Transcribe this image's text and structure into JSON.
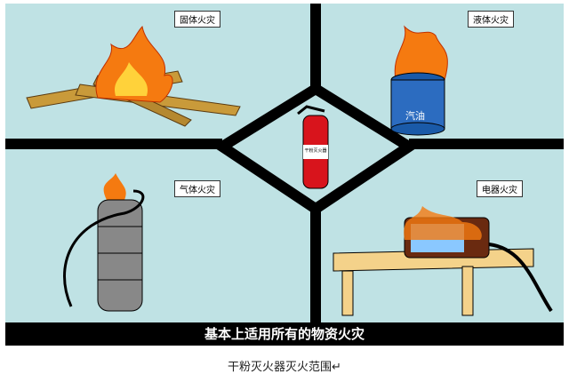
{
  "categories": [
    {
      "label": "固体火灾"
    },
    {
      "label": "液体火灾"
    },
    {
      "label": "气体火灾"
    },
    {
      "label": "电器火灾"
    }
  ],
  "barrel_label": "汽油",
  "extinguisher_label": "干粉灭火器",
  "banner": "基本上适用所有的物资火灾",
  "caption": "干粉灭火器灭火范围↵",
  "colors": {
    "panel": "#bfe2e4",
    "divider": "#000000",
    "extinguisher": "#d8141c",
    "flame": "#f57a10",
    "table": "#f4d28a"
  }
}
